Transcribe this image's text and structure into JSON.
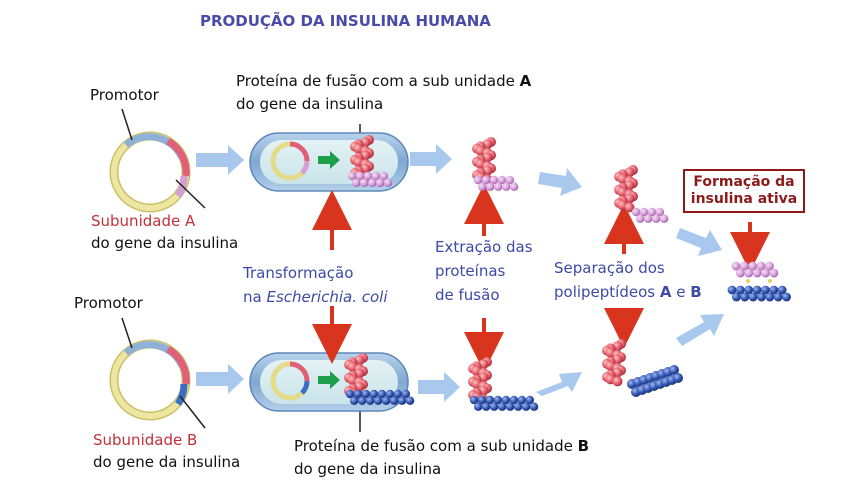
{
  "title": "PRODUÇÃO DA INSULINA HUMANA",
  "top": {
    "promoter": "Promotor",
    "subunit": "Subunidade A",
    "gene": "do gene da insulina",
    "fusion_line1": "Proteína de fusão com a sub unidade",
    "fusion_letter": "A",
    "fusion_line2": "do gene da insulina"
  },
  "bottom": {
    "promoter": "Promotor",
    "subunit": "Subunidade B",
    "gene": "do gene da insulina",
    "fusion_line1": "Proteína de fusão com a sub unidade",
    "fusion_letter": "B",
    "fusion_line2": "do gene da insulina"
  },
  "steps": {
    "transform_line1": "Transformação",
    "transform_prefix": "na",
    "transform_species": "Escherichia. coli",
    "extraction_line1": "Extração das",
    "extraction_line2": "proteínas",
    "extraction_line3": "de fusão",
    "separation_line1": "Separação dos",
    "separation_line2": "polipeptídeos",
    "separation_a": "A",
    "separation_and": "e",
    "separation_b": "B",
    "formation_line1": "Formação da",
    "formation_line2": "insulina ativa"
  },
  "colors": {
    "arrow_red": "#d9341e",
    "flow_arrow": "#a8c8ee",
    "plasmid": "#e8e08a",
    "subunit_a": "#e0607a",
    "subunit_b": "#3c6fc4",
    "cell_body": "#8fb4d8",
    "chain_a": "#e25b68",
    "chain_pink": "#d59ed8",
    "chain_blue": "#2f54b2"
  }
}
